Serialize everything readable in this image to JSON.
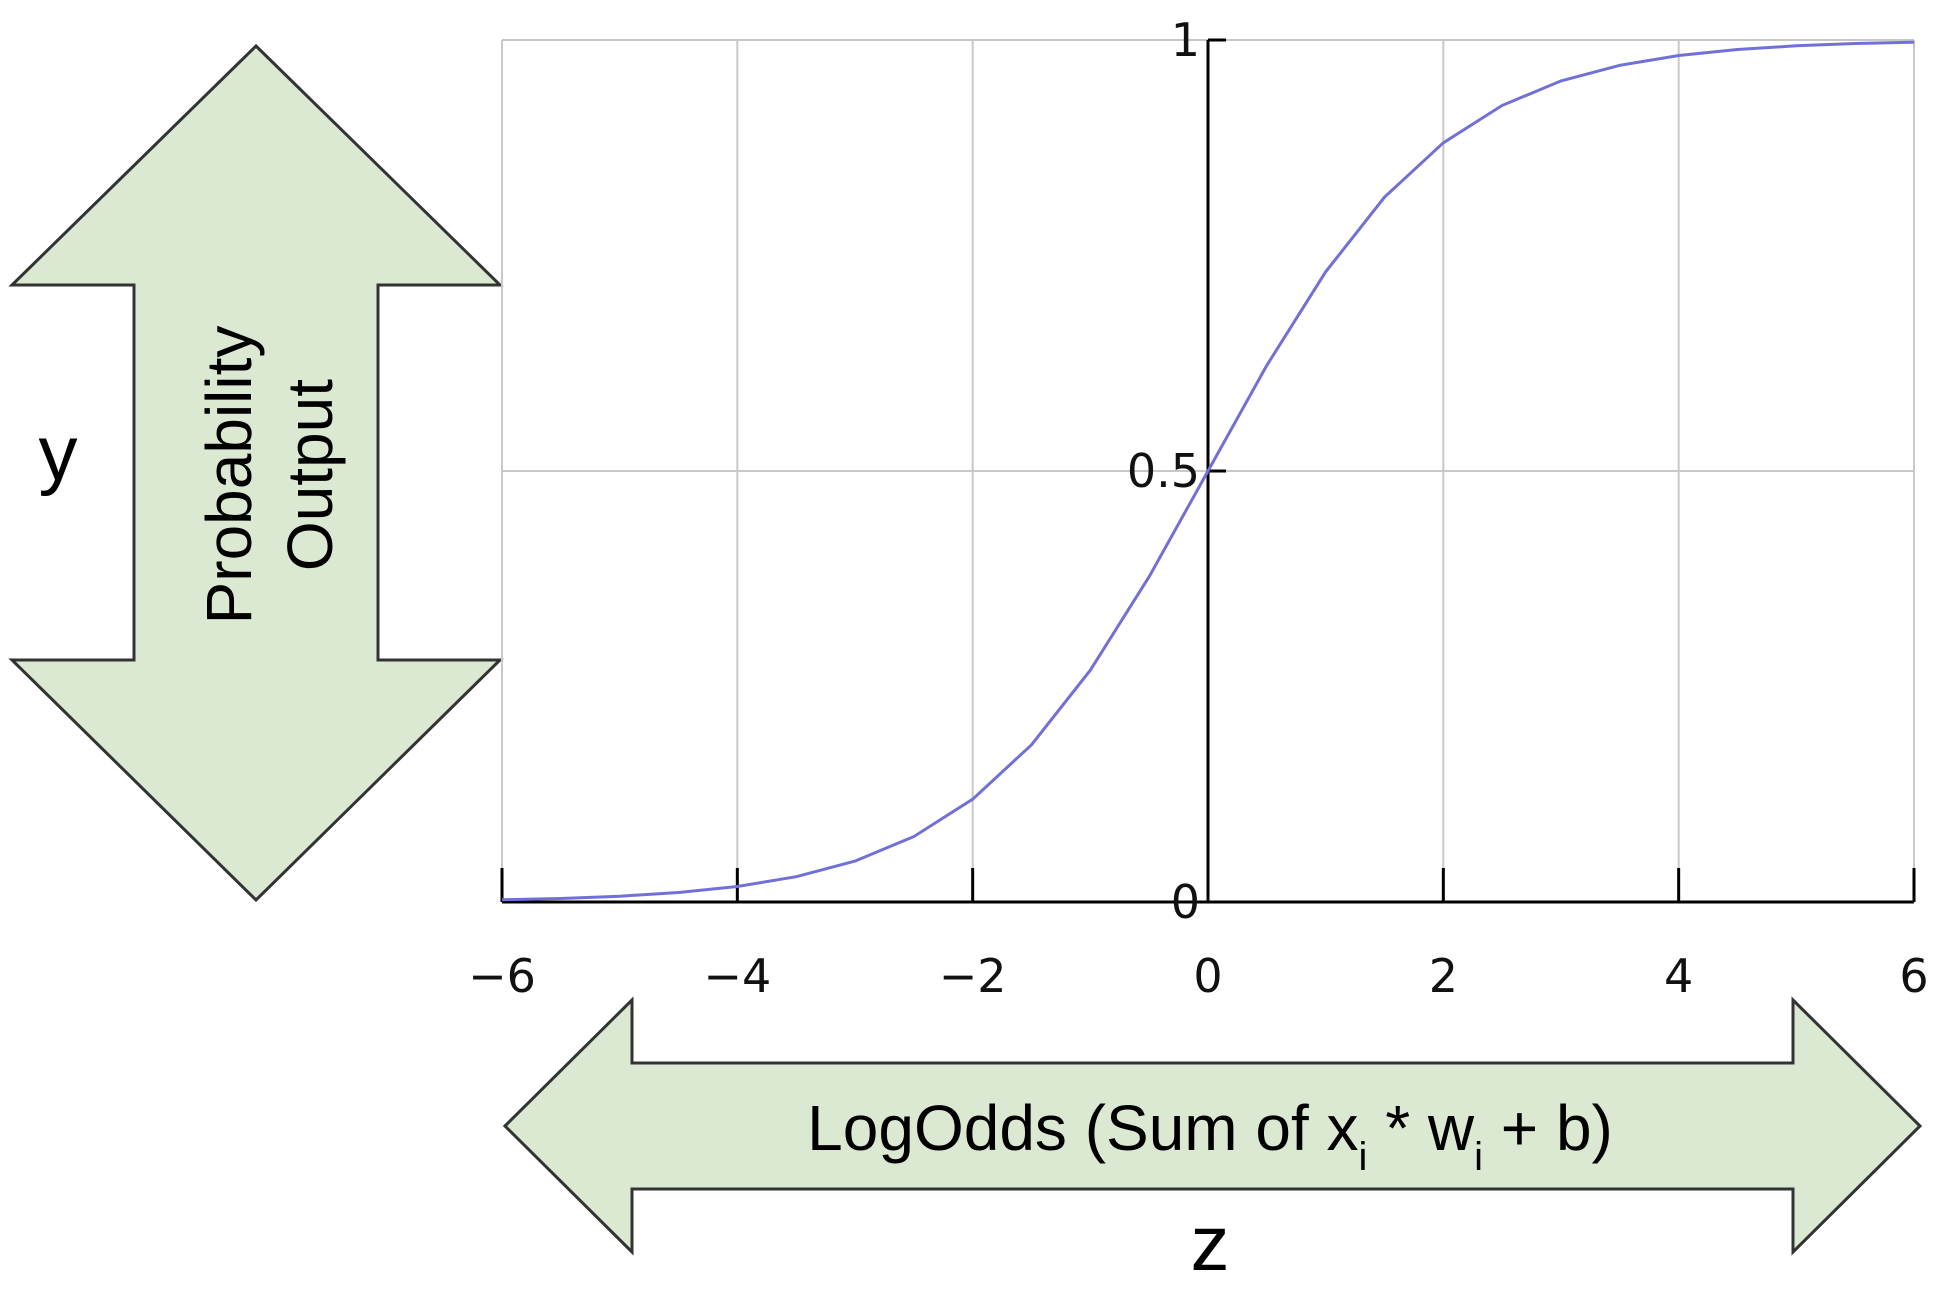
{
  "chart_data": {
    "type": "line",
    "function": "sigmoid",
    "series": [
      {
        "x": [
          -6,
          -5.5,
          -5,
          -4.5,
          -4,
          -3.5,
          -3,
          -2.5,
          -2,
          -1.5,
          -1,
          -0.5,
          0,
          0.5,
          1,
          1.5,
          2,
          2.5,
          3,
          3.5,
          4,
          4.5,
          5,
          5.5,
          6
        ],
        "y": [
          0.0025,
          0.0041,
          0.0067,
          0.011,
          0.018,
          0.0293,
          0.0474,
          0.0759,
          0.1192,
          0.1824,
          0.2689,
          0.3775,
          0.5,
          0.6225,
          0.7311,
          0.8176,
          0.8808,
          0.9241,
          0.9526,
          0.9707,
          0.982,
          0.989,
          0.9933,
          0.9959,
          0.9975
        ]
      }
    ],
    "xlim": [
      -6,
      6
    ],
    "ylim": [
      0,
      1
    ],
    "x_ticks": [
      -6,
      -4,
      -2,
      0,
      2,
      4,
      6
    ],
    "x_tick_labels": [
      "−6",
      "−4",
      "−2",
      "0",
      "2",
      "4",
      "6"
    ],
    "y_ticks": [
      0,
      0.5,
      1
    ],
    "y_tick_labels": [
      "0",
      "0.5",
      "1"
    ],
    "grid": true,
    "line_color": "#7070d8",
    "grid_color": "#c8c8c8",
    "arrow_fill": "#dbe9d3"
  },
  "annotations": {
    "y_var": "y",
    "y_arrow_line1": "Probability",
    "y_arrow_line2": "Output",
    "z_var": "z",
    "x_arrow_text": {
      "prefix": "LogOdds (Sum of x",
      "sub1": "i",
      "middle": " * w",
      "sub2": "i",
      "suffix": " + b)"
    }
  }
}
